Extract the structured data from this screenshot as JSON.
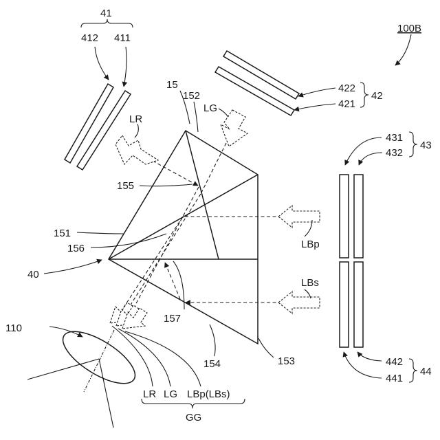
{
  "labels": {
    "assembly_id": "100B",
    "label_41": "41",
    "label_412": "412",
    "label_411": "411",
    "label_15": "15",
    "label_152": "152",
    "label_LG_top": "LG",
    "label_LR_top": "LR",
    "label_422": "422",
    "label_421": "421",
    "label_42": "42",
    "label_431": "431",
    "label_432": "432",
    "label_43": "43",
    "label_155": "155",
    "label_151": "151",
    "label_156": "156",
    "label_40": "40",
    "label_LBp": "LBp",
    "label_LBs": "LBs",
    "label_157": "157",
    "label_110": "110",
    "label_154": "154",
    "label_153": "153",
    "label_442": "442",
    "label_441": "441",
    "label_44": "44",
    "label_LR_bottom": "LR",
    "label_LG_bottom": "LG",
    "label_LBp_LBs": "LBp(LBs)",
    "label_GG": "GG"
  }
}
